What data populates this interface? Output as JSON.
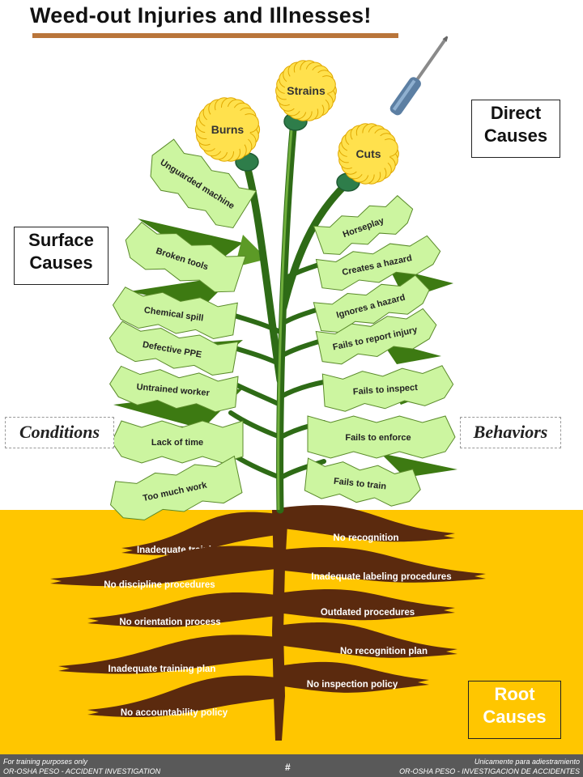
{
  "title": "Weed-out Injuries and Illnesses!",
  "labels": {
    "direct_causes": "Direct Causes",
    "surface_causes": "Surface Causes",
    "root_causes": "Root Causes",
    "conditions": "Conditions",
    "behaviors": "Behaviors"
  },
  "flowers": [
    "Strains",
    "Burns",
    "Cuts"
  ],
  "condition_leaves": [
    "Unguarded machine",
    "Broken tools",
    "Chemical spill",
    "Defective PPE",
    "Untrained worker",
    "Lack of time",
    "Too much work"
  ],
  "behavior_leaves": [
    "Horseplay",
    "Creates a hazard",
    "Ignores a hazard",
    "Fails to report injury",
    "Fails to inspect",
    "Fails to enforce",
    "Fails to train"
  ],
  "left_roots": [
    "Inadequate training",
    "No discipline procedures",
    "No orientation process",
    "Inadequate training plan",
    "No accountability policy"
  ],
  "right_roots": [
    "No recognition",
    "Inadequate labeling procedures",
    "Outdated procedures",
    "No recognition plan",
    "No inspection policy"
  ],
  "footer": {
    "left_line1": "For training purposes only",
    "left_line2": "OR-OSHA PESO - ACCIDENT INVESTIGATION",
    "right_line1": "Unicamente para adiestramiento",
    "right_line2": "OR-OSHA PESO - INVESTIGACION DE ACCIDENTES",
    "page": "#"
  },
  "colors": {
    "soil": "#ffc600",
    "leaf": "#ccf5a0",
    "dark_leaf": "#3d7a12",
    "stem": "#2e6b16",
    "root": "#5b2a0e",
    "flower": "#ffe14d",
    "title_rule": "#b9753a"
  },
  "icons": [
    "screwdriver-icon"
  ]
}
